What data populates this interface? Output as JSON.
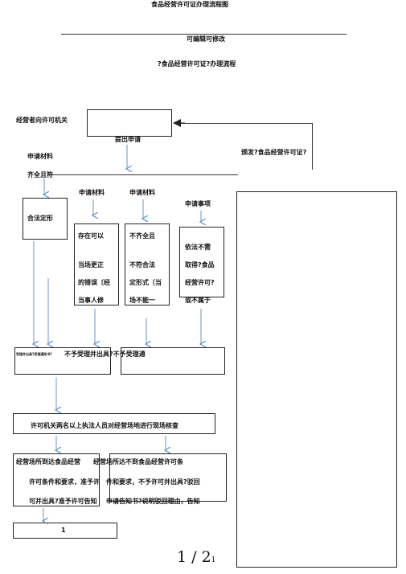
{
  "header": {
    "title": "食品经营许可证办理流程图",
    "subtitle": "可编辑可修改",
    "flow_title": "?食品经营许可证?办理流程"
  },
  "flow": {
    "applicant_label": "经营者向许可机关",
    "submit_label": "提出申请",
    "materials_label": "申请材料",
    "complete_label": "齐全且符",
    "issue_label": "颁发?食品经营许可证?",
    "lawful_form": "合法定形",
    "col1_head": "申请材料",
    "col1_lines": [
      "存在可以",
      "当场更正",
      "的错误〔经",
      "当事人修"
    ],
    "col2_head": "申请材料",
    "col2_lines": [
      "不齐全且",
      "不符合法",
      "定形式〔当",
      "场不能一"
    ],
    "col3_head": "申请事项",
    "col3_lines": [
      "依法不需",
      "取得?食品",
      "经营许可?",
      "或不属于"
    ],
    "accept_tiny": "受理并出具?受理通知书?",
    "reject_label": "不予受理并出具?不予受理通",
    "inspect_label": "许可机关两名以上执法人员对经营场地进行现场核查",
    "pass_lines": [
      "经营场所到达食品经营",
      "许可条件和要求，准予许",
      "可并出具?准予许可告知"
    ],
    "fail_lines": [
      "经营场所达不到食品经营许可条",
      "件和要求，不予许可并出具?驳回",
      "申请告知书?说明驳回理由，告知"
    ],
    "bottom_box_text": "1"
  },
  "footer": {
    "page_number": "1 / 2",
    "page_suffix": "1"
  }
}
